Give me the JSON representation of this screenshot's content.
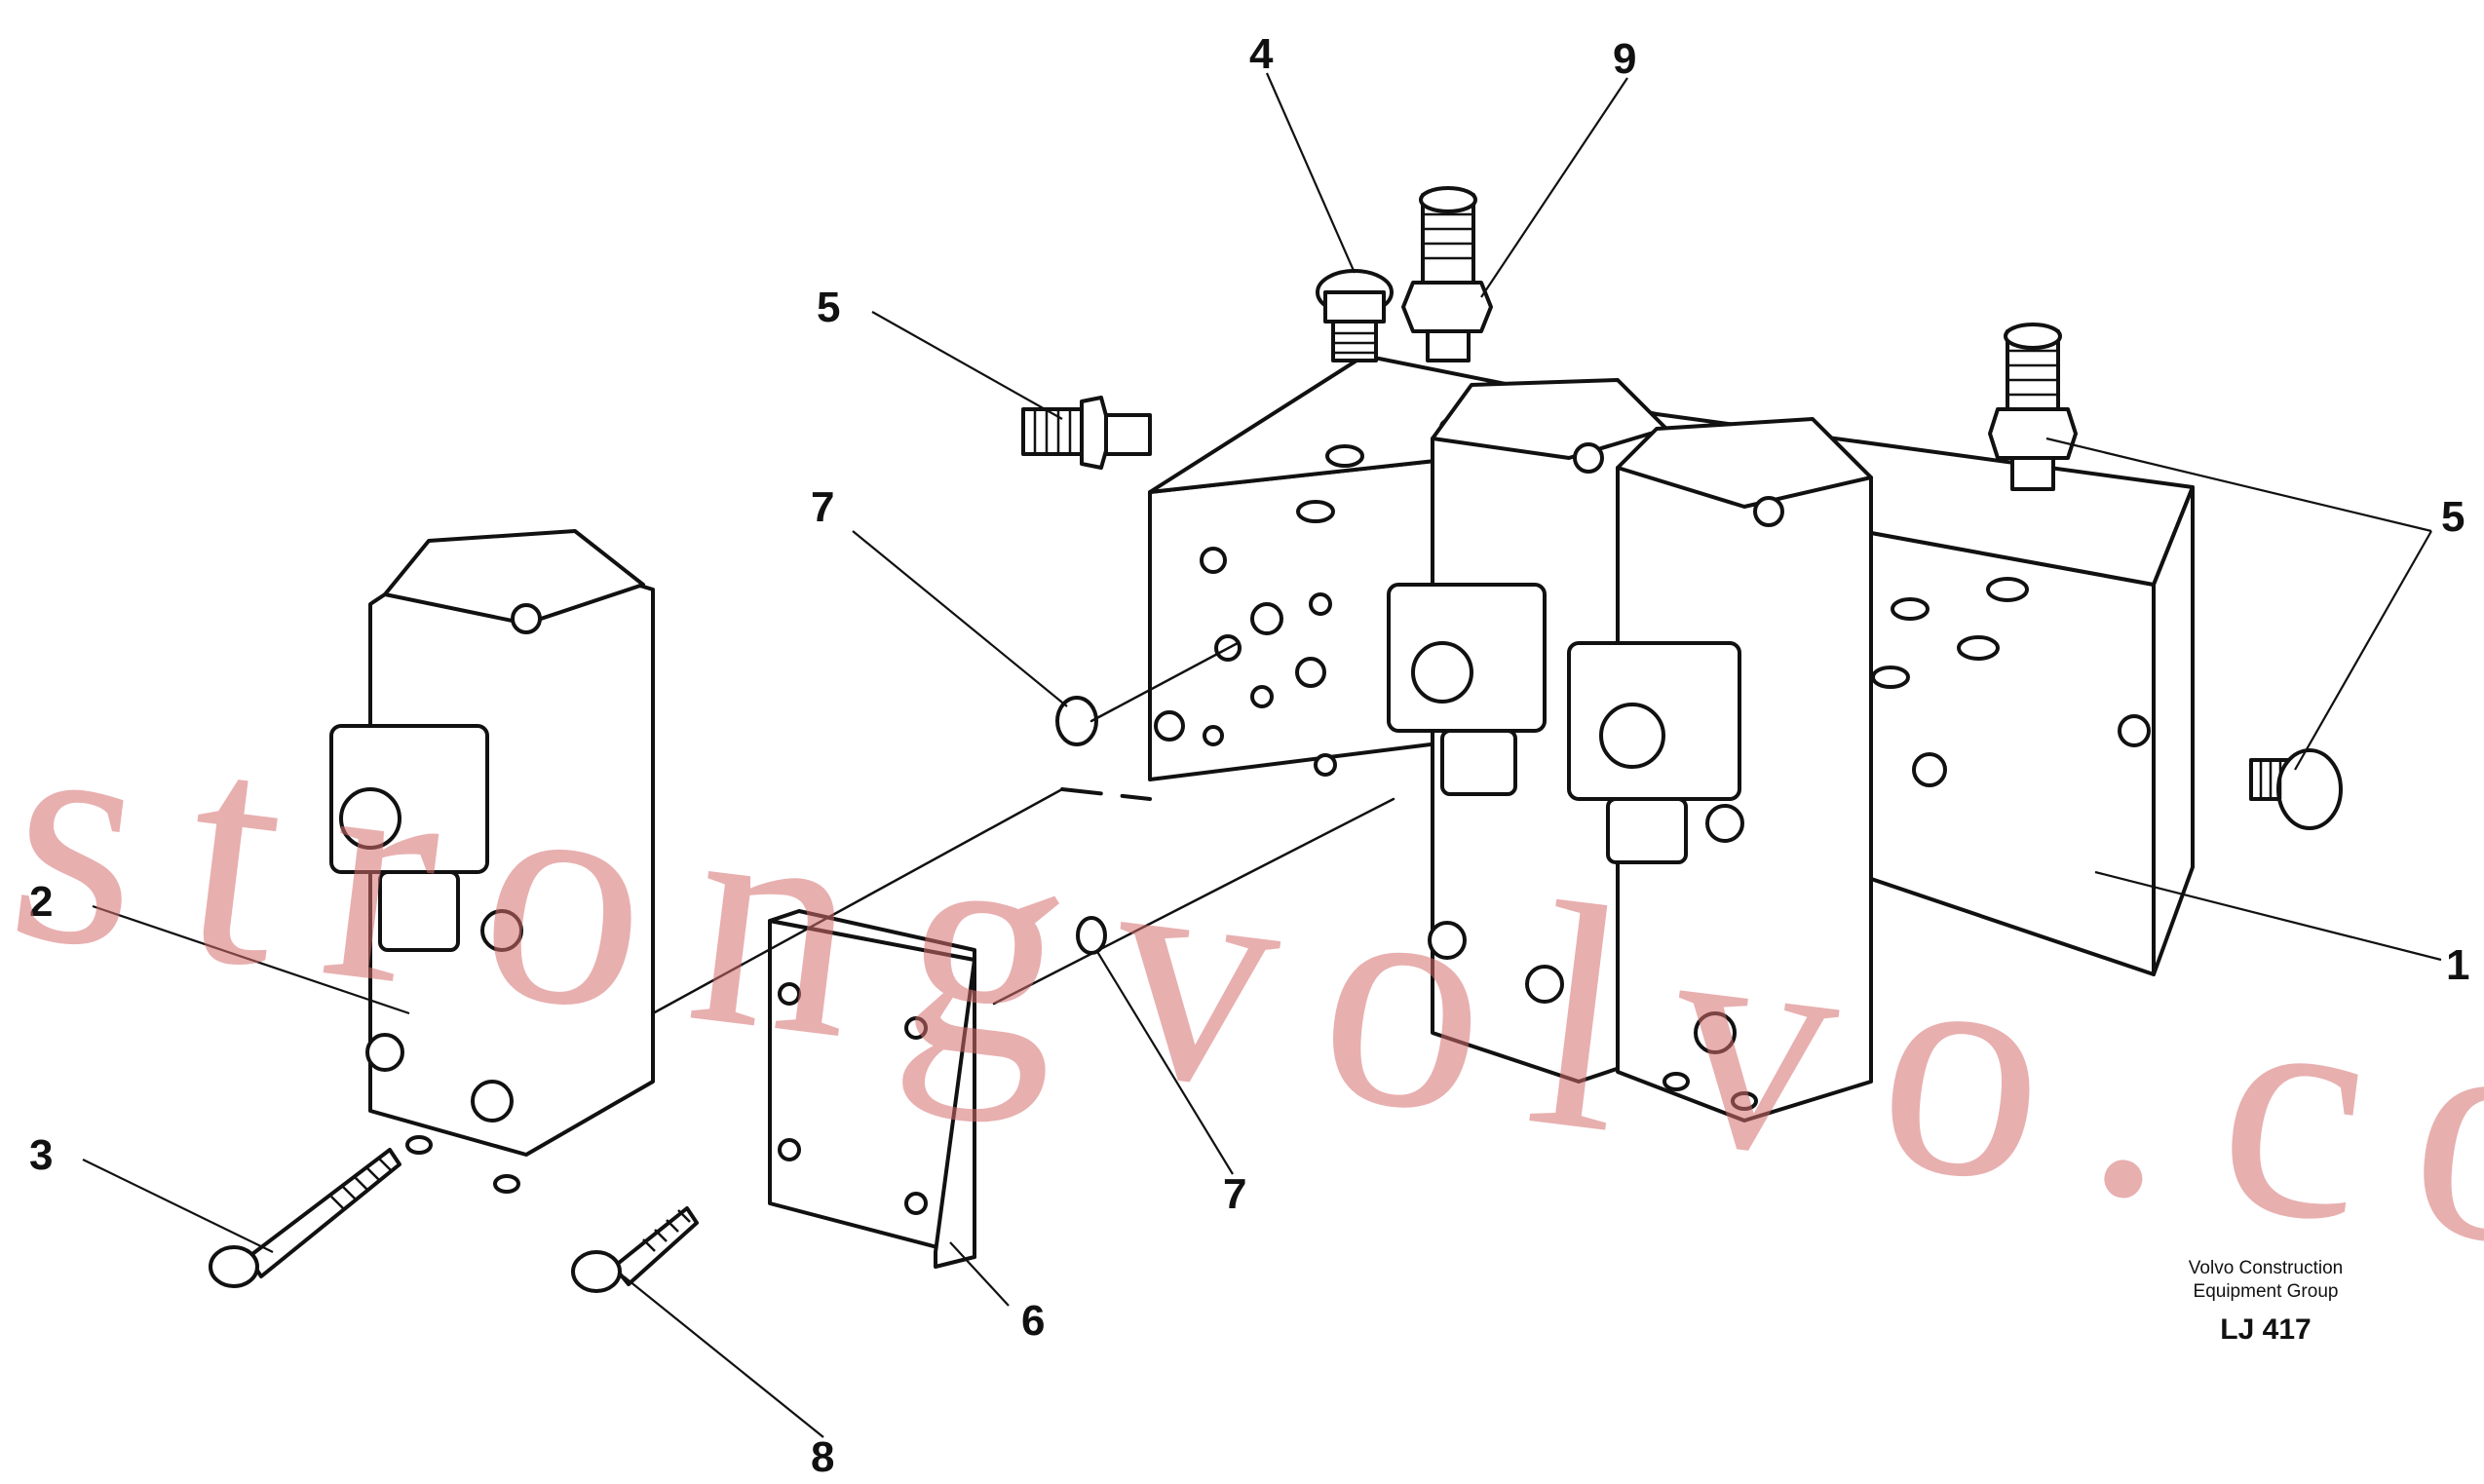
{
  "watermark": "strongvolvo.com",
  "caption": {
    "line1": "Volvo Construction",
    "line2": "Equipment Group",
    "ref": "LJ 417"
  },
  "callouts": {
    "c1": "1",
    "c2": "2",
    "c3": "3",
    "c4": "4",
    "c5a": "5",
    "c5b": "5",
    "c6": "6",
    "c7a": "7",
    "c7b": "7",
    "c8": "8",
    "c9": "9"
  }
}
